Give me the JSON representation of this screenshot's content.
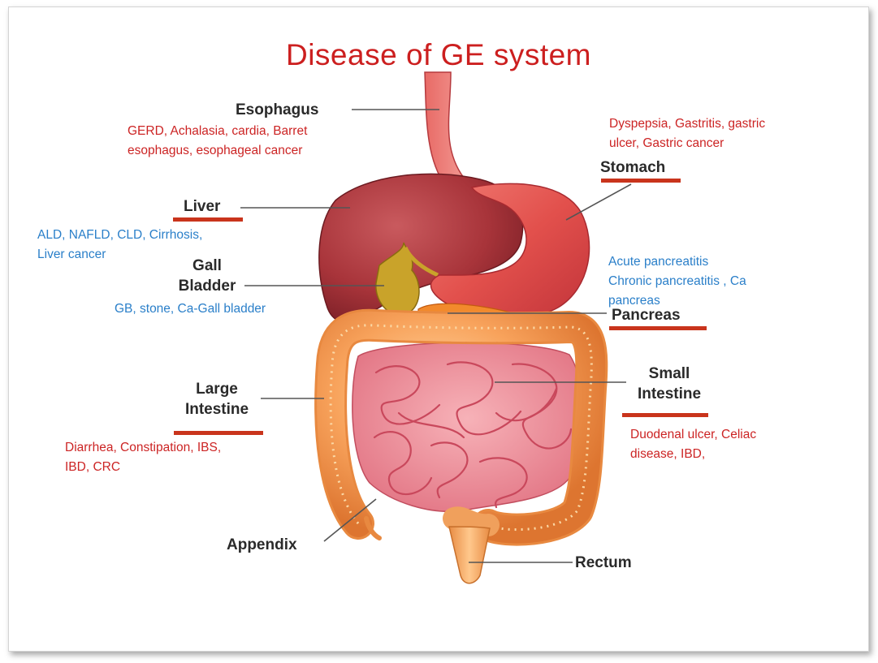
{
  "title": "Disease of GE system",
  "colors": {
    "title": "#cc1f1f",
    "disease_red": "#cc2424",
    "disease_blue": "#2a7fc9",
    "underline": "#c9341c",
    "organ_label": "#2a2a2a"
  },
  "organs": {
    "esophagus": {
      "label": "Esophagus",
      "diseases": [
        "GERD, Achalasia, cardia, Barret",
        "esophagus, esophageal cancer"
      ]
    },
    "stomach": {
      "label": "Stomach",
      "diseases": [
        "Dyspepsia, Gastritis, gastric",
        "ulcer, Gastric cancer"
      ]
    },
    "liver": {
      "label": "Liver",
      "diseases": [
        "ALD, NAFLD, CLD, Cirrhosis,",
        "Liver cancer"
      ]
    },
    "gall_bladder": {
      "label_lines": [
        "Gall",
        "Bladder"
      ],
      "diseases": [
        "GB, stone, Ca-Gall bladder"
      ]
    },
    "pancreas": {
      "label": "Pancreas",
      "diseases": [
        "Acute pancreatitis",
        "Chronic pancreatitis , Ca",
        "pancreas"
      ]
    },
    "large_intestine": {
      "label_lines": [
        "Large",
        "Intestine"
      ],
      "diseases": [
        "Diarrhea,  Constipation, IBS,",
        "IBD, CRC"
      ]
    },
    "small_intestine": {
      "label_lines": [
        "Small",
        "Intestine"
      ],
      "diseases": [
        "Duodenal ulcer, Celiac",
        "disease, IBD,"
      ]
    },
    "appendix": {
      "label": "Appendix"
    },
    "rectum": {
      "label": "Rectum"
    }
  }
}
